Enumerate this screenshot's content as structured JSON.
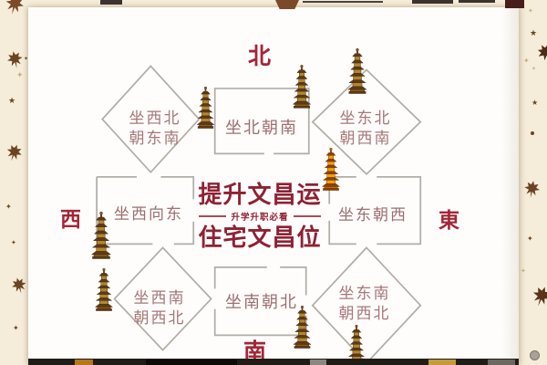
{
  "page": {
    "background_color": "#f5ecd9",
    "card_color": "#fefdfb"
  },
  "colors": {
    "accent_red": "#8e2134",
    "direction_red": "#a32638",
    "box_label_pink": "#9c6f72",
    "line_gray": "#b2ada7",
    "pagoda_brown": "#8a5e22",
    "pagoda_gold": "#c9962a",
    "leaf_brown": "#6b4423"
  },
  "center": {
    "title_line1": "提升文昌运",
    "subtitle": "升学升职必看",
    "title_line2": "住宅文昌位"
  },
  "directions": {
    "north": "北",
    "south": "南",
    "west": "西",
    "east": "東"
  },
  "orientation_boxes": [
    {
      "position": "north",
      "label": "坐北朝南"
    },
    {
      "position": "west",
      "label": "坐西向东"
    },
    {
      "position": "east",
      "label": "坐东朝西"
    },
    {
      "position": "south",
      "label": "坐南朝北"
    }
  ],
  "orientation_diamonds": [
    {
      "position": "northwest",
      "line1": "坐西北",
      "line2": "朝东南"
    },
    {
      "position": "northeast",
      "line1": "坐东北",
      "line2": "朝西南"
    },
    {
      "position": "southwest",
      "line1": "坐西南",
      "line2": "朝西北"
    },
    {
      "position": "southeast",
      "line1": "坐东南",
      "line2": "朝西北"
    }
  ],
  "icons": {
    "pagoda": "wenchang-pagoda-icon",
    "leaf": "maple-leaf-icon",
    "star_glyph": "✦",
    "star_solid_glyph": "★"
  }
}
